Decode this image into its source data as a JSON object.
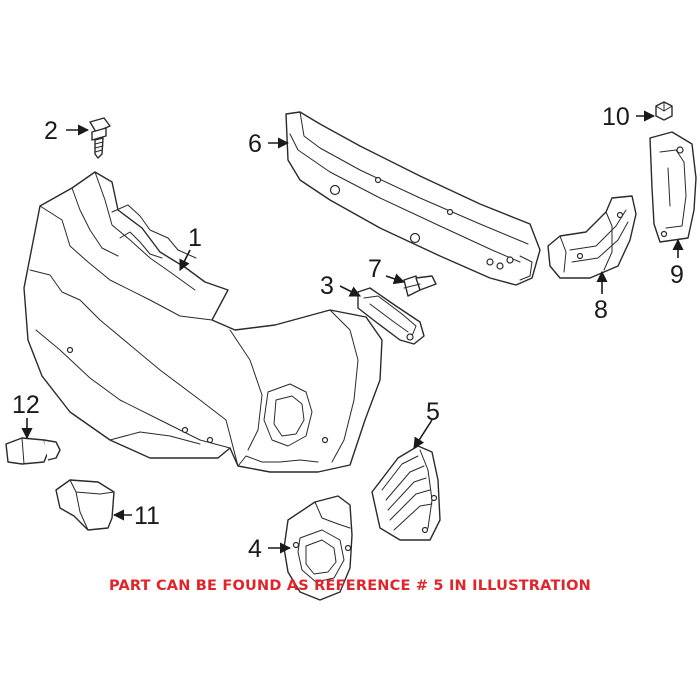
{
  "callouts": {
    "c1": "1",
    "c2": "2",
    "c3": "3",
    "c4": "4",
    "c5": "5",
    "c6": "6",
    "c7": "7",
    "c8": "8",
    "c9": "9",
    "c10": "10",
    "c11": "11",
    "c12": "12"
  },
  "note": "PART CAN BE FOUND AS REFERENCE # 5 IN ILLUSTRATION",
  "colors": {
    "note": "#e0242a",
    "lines": "#2a2a2a",
    "background": "#ffffff"
  }
}
